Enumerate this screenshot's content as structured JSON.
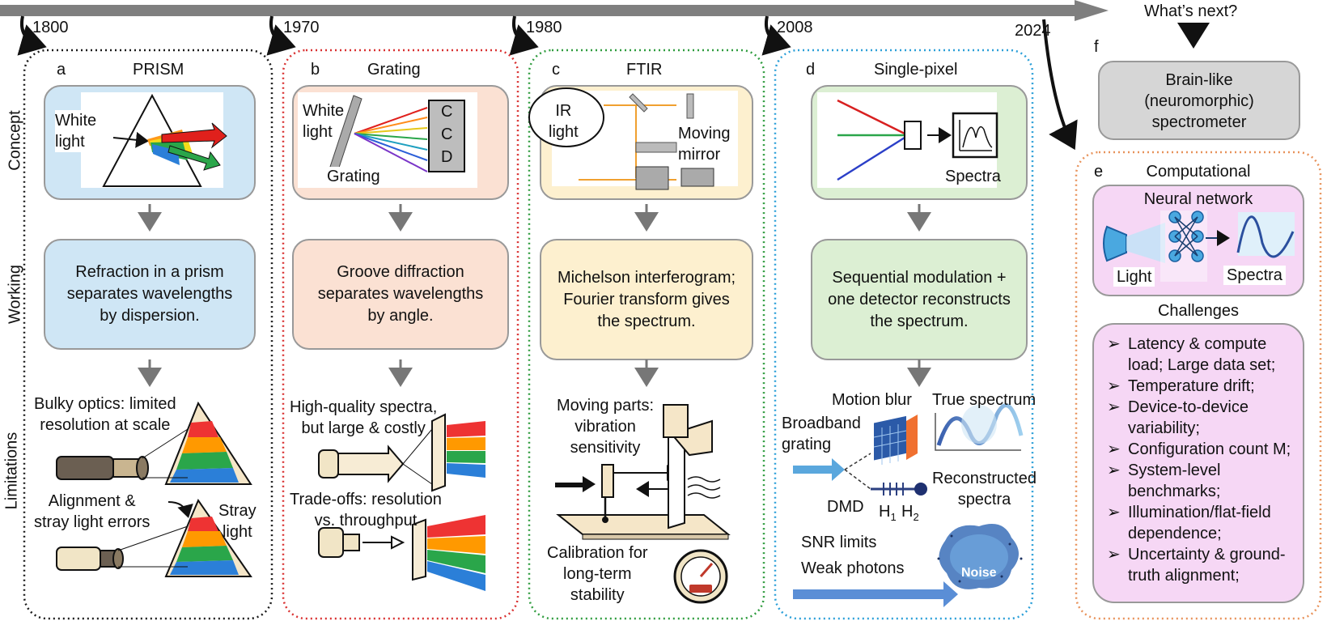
{
  "timeline": {
    "years": [
      "1800",
      "1970",
      "1980",
      "2008",
      "2024"
    ],
    "whats_next": "What’s next?"
  },
  "rows": [
    "Concept",
    "Working",
    "Limitations"
  ],
  "panels": {
    "a": {
      "letter": "a",
      "title": "PRISM",
      "concept": {
        "white_light": "White\nlight"
      },
      "working": "Refraction in a prism separates wavelengths by dispersion.",
      "limits": {
        "l1": "Bulky optics: limited\nresolution at scale",
        "l2": "Alignment &\nstray light errors",
        "l3": "Stray\nlight"
      }
    },
    "b": {
      "letter": "b",
      "title": "Grating",
      "concept": {
        "white_light": "White\nlight",
        "grating": "Grating",
        "ccd": [
          "C",
          "C",
          "D"
        ]
      },
      "working": "Groove diffraction separates wavelengths by angle.",
      "limits": {
        "l1": "High-quality spectra,\nbut large & costly",
        "l2": "Trade-offs: resolution\nvs. throughput"
      }
    },
    "c": {
      "letter": "c",
      "title": "FTIR",
      "concept": {
        "ir_light": "IR\nlight",
        "moving_mirror": "Moving\nmirror"
      },
      "working": "Michelson interferogram; Fourier transform gives the spectrum.",
      "limits": {
        "l1": "Moving parts:\nvibration\nsensitivity",
        "l2": "Calibration for\nlong-term\nstability"
      }
    },
    "d": {
      "letter": "d",
      "title": "Single-pixel",
      "concept": {
        "spectra": "Spectra"
      },
      "working": "Sequential modulation + one detector reconstructs the spectrum.",
      "limits": {
        "motion_blur": "Motion blur",
        "true_spectrum": "True spectrum",
        "broadband": "Broadband\ngrating",
        "reconstructed": "Reconstructed\nspectra",
        "dmd": "DMD",
        "h1": "H",
        "h1_sub": "1",
        "h2": "H",
        "h2_sub": "2",
        "snr": "SNR limits",
        "weak": "Weak photons",
        "noise": "Noise"
      }
    },
    "e": {
      "letter": "e",
      "title": "Computational",
      "nn": {
        "title": "Neural network",
        "light": "Light",
        "spectra": "Spectra"
      },
      "challenges_title": "Challenges",
      "challenges": [
        "Latency & compute load; Large data set;",
        "Temperature drift;",
        "Device-to-device variability;",
        "Configuration count M;",
        "System-level benchmarks;",
        "Illumination/flat-field dependence;",
        "Uncertainty & ground-truth alignment;"
      ]
    },
    "f": {
      "letter": "f",
      "text": "Brain-like\n(neuromorphic)\nspectrometer"
    }
  },
  "colors": {
    "a": "#1a1a1a",
    "b": "#d93030",
    "c": "#2e9c3e",
    "d": "#2b9fd8",
    "e": "#e8925a",
    "blue_fill": "#cfe6f5",
    "salmon_fill": "#fbe1d3",
    "yellow_fill": "#fdf0cf",
    "green_fill": "#dcefd3",
    "pink_fill": "#f6d7f5",
    "gray_fill": "#d6d6d6"
  }
}
